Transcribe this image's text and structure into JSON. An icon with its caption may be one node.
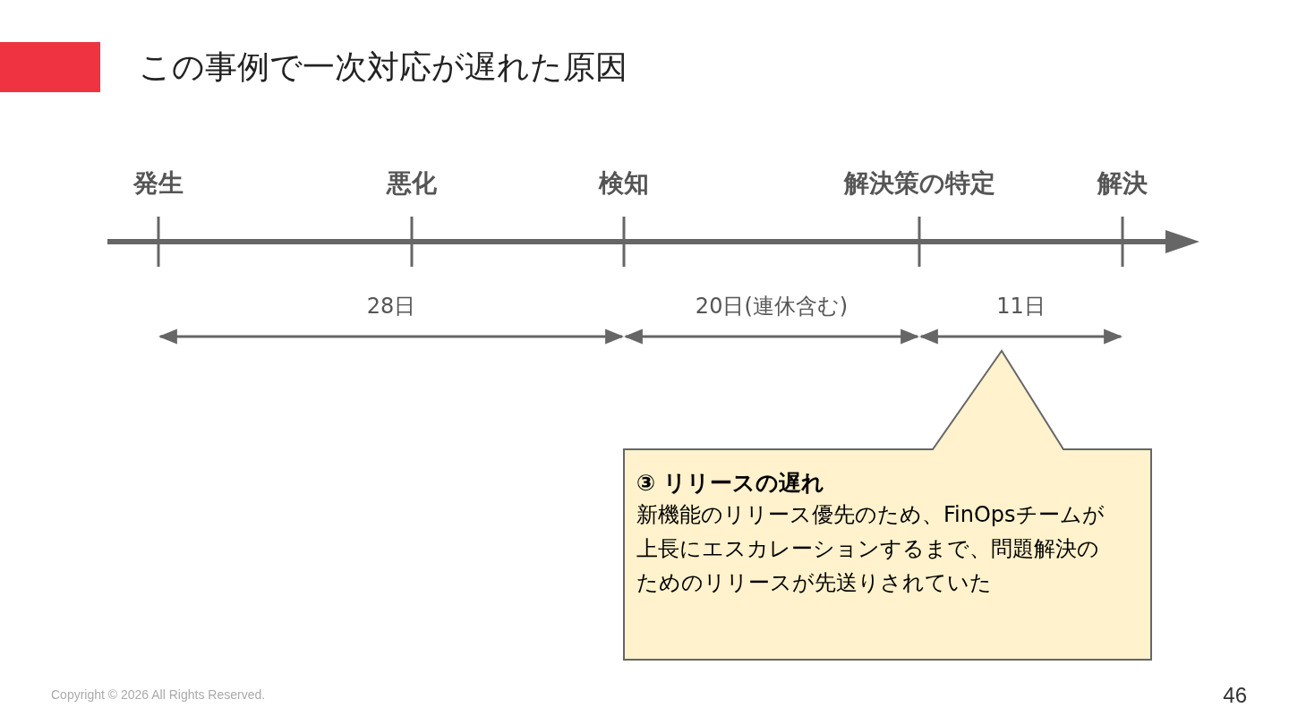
{
  "diagram": {
    "title": "この事例で一次対応が遅れた原因",
    "nodes": [
      {
        "text": [
          "③ リリースの遅れ",
          "新機能のリリース優先のため、FinOpsチームが上長にエスカレーションするまで、問題解決のためのリリースが先送りされていた"
        ]
      }
    ],
    "labels": [
      "発生",
      "悪化",
      "検知",
      "解決策の特定",
      "解決",
      "28日",
      "20日(連休含む)",
      "11日",
      "Copyright © 2026 All Rights Reserved.",
      "46"
    ]
  }
}
